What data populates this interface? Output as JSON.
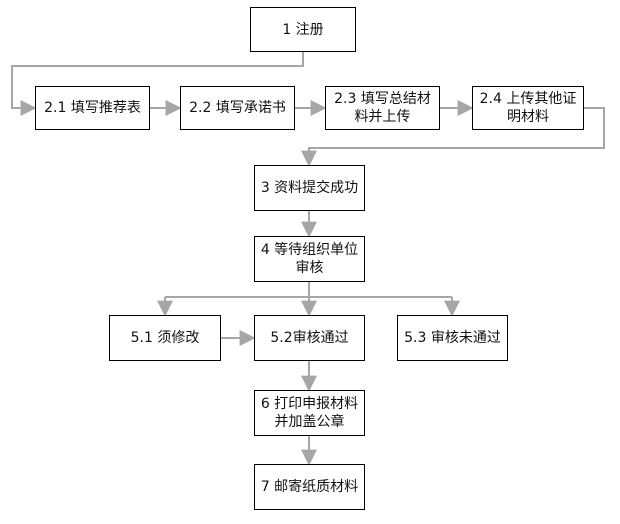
{
  "colors": {
    "connector": "#a6a6a6",
    "node_border": "#000000",
    "node_text": "#111111",
    "background": "#ffffff"
  },
  "steps": {
    "register": "1 注册",
    "fill_recommendation": "2.1 填写推荐表",
    "fill_commitment": "2.2 填写承诺书",
    "upload_summary": "2.3 填写总结材料并上传",
    "upload_certificates": "2.4 上传其他证明材料",
    "submit_success": "3 资料提交成功",
    "await_review": "4 等待组织单位审核",
    "needs_revision": "5.1 须修改",
    "review_passed": "5.2审核通过",
    "review_failed": "5.3 审核未通过",
    "print_and_stamp": "6 打印申报材料并加盖公章",
    "mail_materials": "7 邮寄纸质材料"
  }
}
